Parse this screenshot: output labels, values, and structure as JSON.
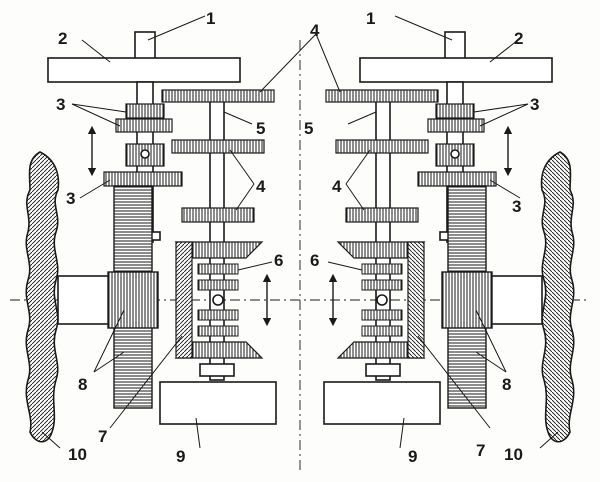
{
  "labels": {
    "l1": "1",
    "l2": "2",
    "l3": "3",
    "l4": "4",
    "l5": "5",
    "l6": "6",
    "l7": "7",
    "l8": "8",
    "l9": "9",
    "l10": "10"
  },
  "colors": {
    "ink": "#1a1a1a",
    "paper": "#fdfdfb"
  },
  "icons": {
    "updown": "double-arrow-vertical-icon"
  }
}
